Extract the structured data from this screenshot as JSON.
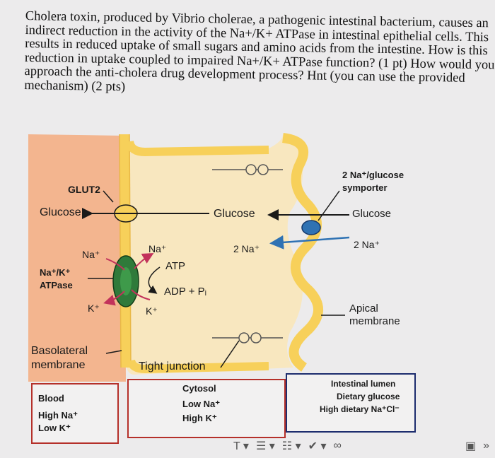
{
  "question": {
    "lines": [
      "Cholera toxin, produced by Vibrio cholerae, a pathogenic intestinal bacterium, causes an",
      "indirect reduction in the activity of the Na+/K+ ATPase in intestinal epithelial cells. This",
      "results in reduced uptake of small sugars and amino acids from the intestine. How is this",
      "reduction in uptake coupled to impaired Na+/K+ ATPase function? (1 pt) How would you",
      "approach the anti-cholera drug development process? Hnt (you can use the provided",
      "mechanism) (2 pts)"
    ]
  },
  "diagram": {
    "glut2": "GLUT2",
    "glucose_left": "Glucose",
    "glucose_middle": "Glucose",
    "glucose_right": "Glucose",
    "symporter": "2 Na⁺/glucose",
    "symporter_2": "symporter",
    "na_plus_1": "Na⁺",
    "na_plus_2": "Na⁺",
    "two_na_middle": "2 Na⁺",
    "two_na_right": "2 Na⁺",
    "nak_atpase": "Na⁺/K⁺",
    "nak_atpase_2": "ATPase",
    "atp": "ATP",
    "adp": "ADP + Pᵢ",
    "k_plus_1": "K⁺",
    "k_plus_2": "K⁺",
    "apical_1": "Apical",
    "apical_2": "membrane",
    "basolateral_1": "Basolateral",
    "basolateral_2": "membrane",
    "tight_junction": "Tight junction",
    "blood_box": {
      "title": "Blood",
      "line1": "High Na⁺",
      "line2": "Low K⁺"
    },
    "cytosol_box": {
      "title": "Cytosol",
      "line1": "Low Na⁺",
      "line2": "High K⁺"
    },
    "lumen_box": {
      "title": "Intestinal lumen",
      "line1": "Dietary glucose",
      "line2": "High dietary Na⁺Cl⁻"
    }
  },
  "colors": {
    "blood_region": "#f3b58f",
    "cell_region": "#f8e7bf",
    "membrane": "#f7d05a",
    "atpase": "#2f7a3a",
    "symporter": "#2f72b3",
    "glut2": "#f7d05a"
  },
  "toolbar": {
    "icons": [
      "text-format-icon",
      "bullet-list-icon",
      "numbered-list-icon",
      "spellcheck-icon",
      "link-icon",
      "image-icon",
      "more-icon"
    ]
  }
}
